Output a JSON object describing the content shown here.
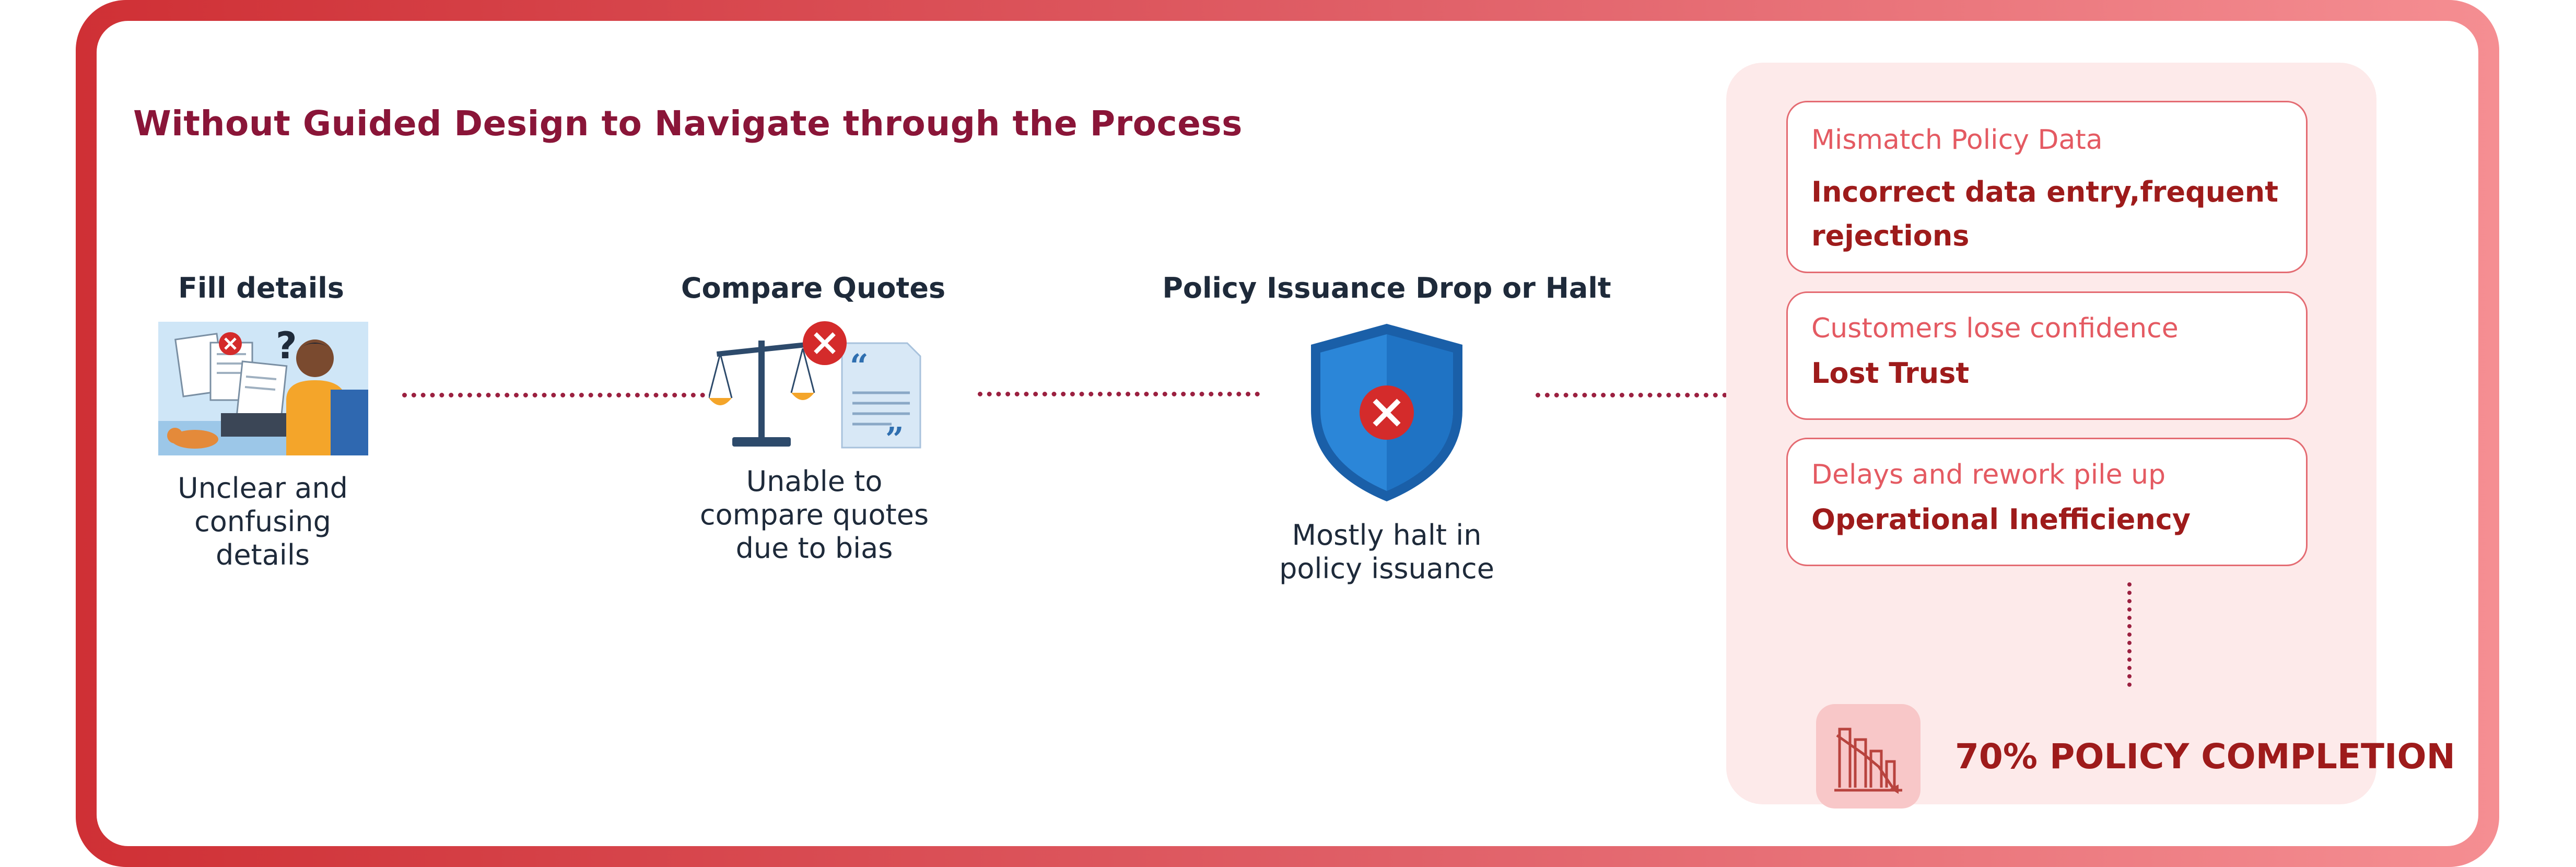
{
  "title": "Without Guided Design to Navigate through the Process",
  "steps": [
    {
      "title": "Fill details",
      "desc": "Unclear and confusing details"
    },
    {
      "title": "Compare Quotes",
      "desc": "Unable to compare quotes due to bias"
    },
    {
      "title": "Policy Issuance Drop or Halt",
      "desc": "Mostly halt in policy issuance"
    }
  ],
  "cards": [
    {
      "subtitle": "Mismatch Policy Data",
      "main": "Incorrect data entry,frequent rejections"
    },
    {
      "subtitle": "Customers lose confidence",
      "main": "Lost Trust"
    },
    {
      "subtitle": "Delays and rework pile up",
      "main": "Operational Inefficiency"
    }
  ],
  "completion": {
    "label": "70% POLICY COMPLETION",
    "icon": "declining-chart-icon"
  },
  "colors": {
    "title": "#8a1538",
    "accent_red": "#cf3035",
    "card_subtitle": "#e45a62",
    "card_main": "#9e1b1b",
    "connector": "#9b2040",
    "shield": "#1f73c4",
    "error_badge": "#d42b2b"
  },
  "icons": [
    "confused-person-with-documents-icon",
    "balance-scale-quote-error-icon",
    "shield-error-icon"
  ]
}
